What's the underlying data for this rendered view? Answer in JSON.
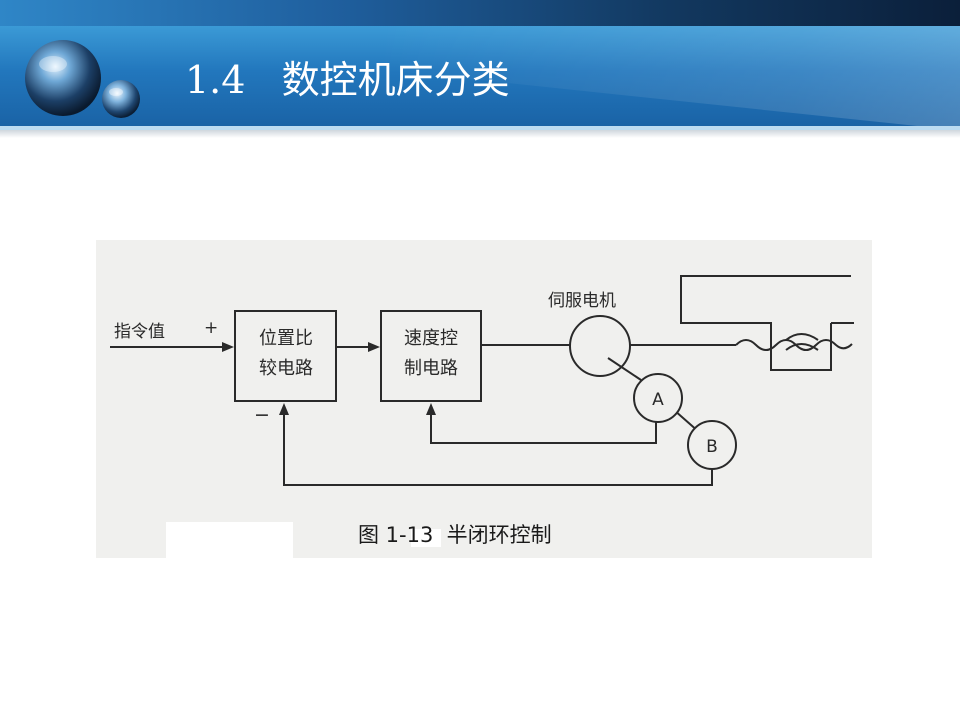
{
  "slide": {
    "title": "1.4   数控机床分类"
  },
  "diagram": {
    "input_label": "指令值",
    "plus_sign": "+",
    "minus_sign": "−",
    "block1_line1": "位置比",
    "block1_line2": "较电路",
    "block2_line1": "速度控",
    "block2_line2": "制电路",
    "motor_label": "伺服电机",
    "sensor_a": "A",
    "sensor_b": "B",
    "caption": "图 1-13  半闭环控制"
  },
  "colors": {
    "title_band": "#2277bd",
    "title_text": "#ffffff",
    "figure_bg": "#f0f0ee",
    "line": "#2a2a2a"
  }
}
